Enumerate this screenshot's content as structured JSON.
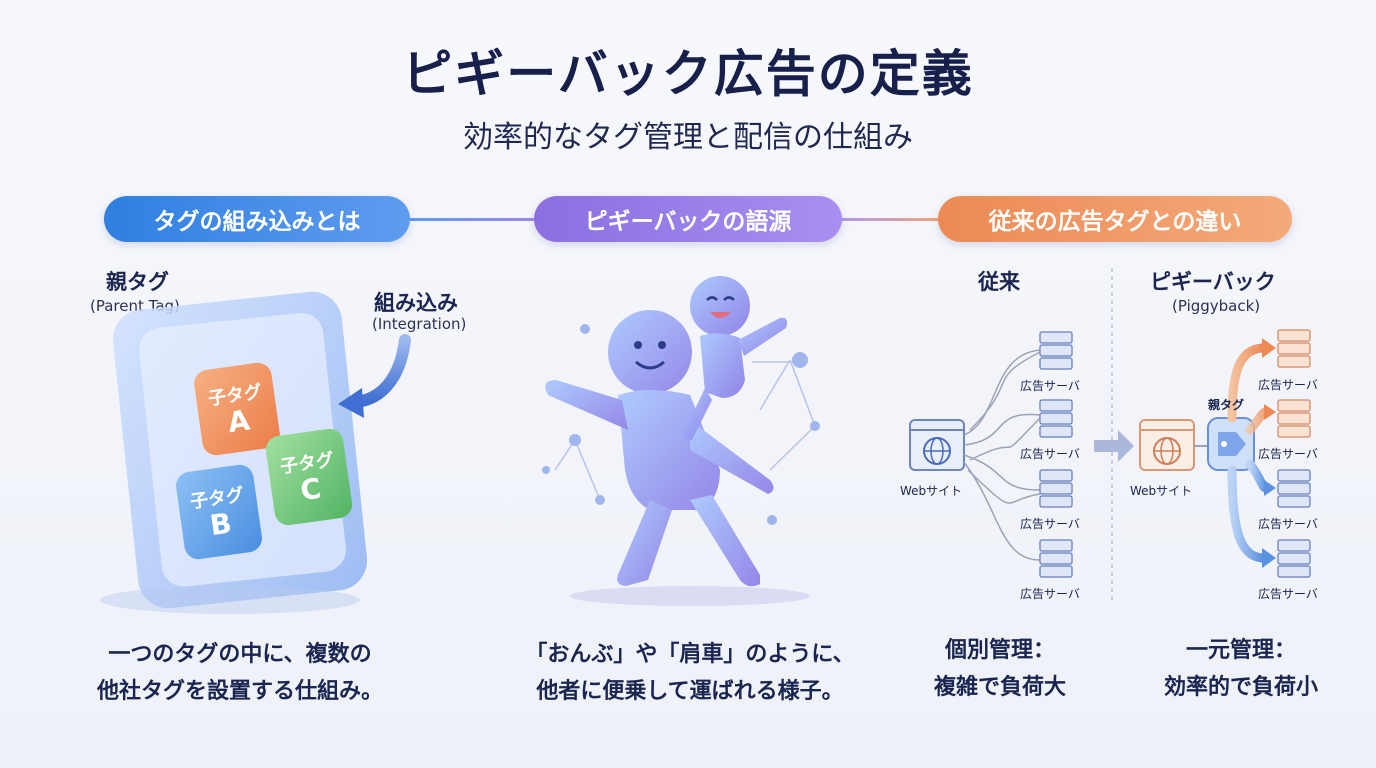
{
  "title": "ピギーバック広告の定義",
  "subtitle": "効率的なタグ管理と配信の仕組み",
  "sections": [
    {
      "label": "タグの組み込みとは",
      "color": "#3a86e8"
    },
    {
      "label": "ピギーバックの語源",
      "color": "#9a7ee8"
    },
    {
      "label": "従来の広告タグとの違い",
      "color": "#ef915e"
    }
  ],
  "integration": {
    "parent_label": "親タグ",
    "parent_sub": "(Parent Tag)",
    "integrate_label": "組み込み",
    "integrate_sub": "(Integration)",
    "children": [
      {
        "small": "子タグ",
        "big": "A",
        "color": "#f0905a"
      },
      {
        "small": "子タグ",
        "big": "B",
        "color": "#5aa0e6"
      },
      {
        "small": "子タグ",
        "big": "C",
        "color": "#6cc46f"
      }
    ],
    "caption": [
      "一つのタグの中に、複数の",
      "他社タグを設置する仕組み。"
    ]
  },
  "origin": {
    "caption": [
      "「おんぶ」や「肩車」のように、",
      "他者に便乗して運ばれる様子。"
    ]
  },
  "comparison": {
    "left": {
      "heading": "従来",
      "website_label": "Webサイト",
      "server_label": "広告サーバ",
      "caption": [
        "個別管理：",
        "複雑で負荷大"
      ]
    },
    "right": {
      "heading": "ピギーバック",
      "heading_sub": "(Piggyback)",
      "website_label": "Webサイト",
      "parent_tag_label": "親タグ",
      "server_label": "広告サーバ",
      "caption": [
        "一元管理：",
        "効率的で負荷小"
      ]
    }
  }
}
